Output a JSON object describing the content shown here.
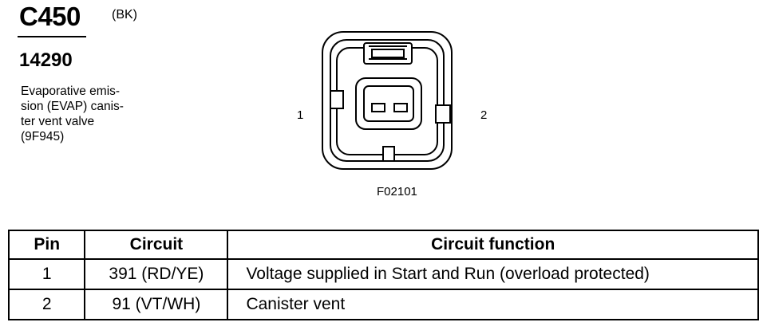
{
  "connector": {
    "id": "C450",
    "color_code": "(BK)",
    "part_number": "14290",
    "description_lines": [
      "Evaporative emis-",
      "sion (EVAP) canis-",
      "ter vent valve",
      "(9F945)"
    ]
  },
  "diagram": {
    "pin_label_left": "1",
    "pin_label_right": "2",
    "figure_code": "F02101"
  },
  "table": {
    "headers": [
      "Pin",
      "Circuit",
      "Circuit function"
    ],
    "rows": [
      {
        "pin": "1",
        "circuit": "391 (RD/YE)",
        "function": "Voltage supplied in Start and Run (overload protected)"
      },
      {
        "pin": "2",
        "circuit": "91 (VT/WH)",
        "function": "Canister vent"
      }
    ]
  }
}
